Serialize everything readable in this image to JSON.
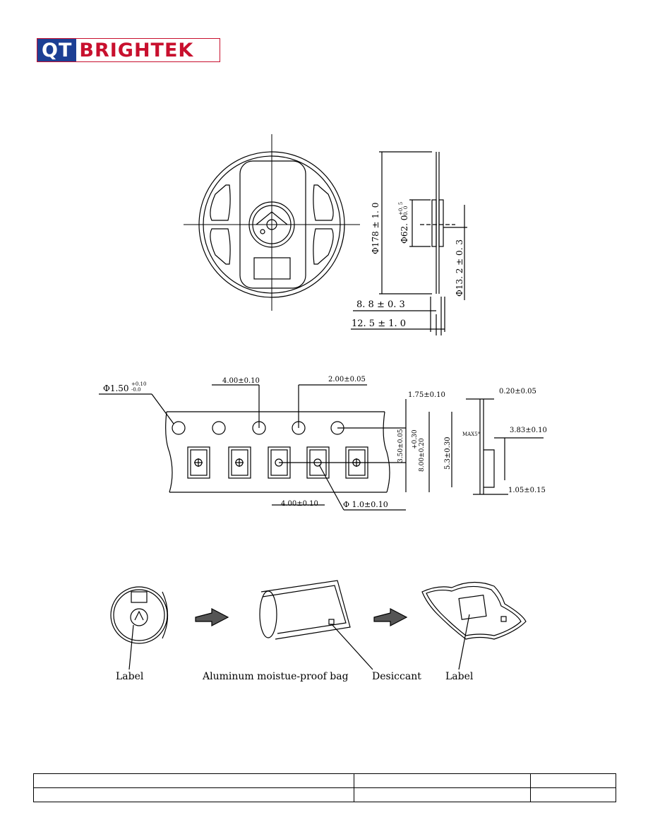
{
  "header": {
    "logo_part1": "QT",
    "logo_part2": "BRIGHTEK",
    "logo_colors": {
      "blue": "#1c3f94",
      "red": "#c8102e"
    }
  },
  "reel": {
    "dim_diameter": "Φ178 ± 1. 0",
    "dim_hub": "Φ62. 0",
    "dim_hub_tol_top": "+0. 5",
    "dim_hub_tol_bottom": "0. 0",
    "dim_arbor": "Φ13. 2 ± 0. 3",
    "dim_width_inner": "8. 8 ± 0. 3",
    "dim_width_outer": "12. 5 ± 1. 0"
  },
  "tape": {
    "dim_hole_dia": "Φ1.50",
    "dim_hole_dia_tol_top": "+0.10",
    "dim_hole_dia_tol_bottom": "-0.0",
    "dim_pitch_hole": "4.00±0.10",
    "dim_p2": "2.00±0.05",
    "dim_edge": "1.75±0.10",
    "dim_f": "3.50±0.05",
    "dim_w": "8.00±0.20",
    "dim_w_tol": "+0.30",
    "dim_pitch_pocket": "4.00±0.10",
    "dim_pocket_hole": "Φ 1.0±0.10",
    "dim_thickness": "0.20±0.05",
    "dim_a0": "5.3±0.30",
    "dim_max": "MAX5°",
    "dim_b0": "3.83±0.10",
    "dim_k0": "1.05±0.15"
  },
  "packing": {
    "label_1": "Label",
    "label_bag": "Aluminum moistue-proof bag",
    "label_desiccant": "Desiccant",
    "label_2": "Label"
  },
  "footer": {
    "rows": [
      [
        "",
        "",
        ""
      ],
      [
        "",
        "",
        ""
      ]
    ]
  }
}
